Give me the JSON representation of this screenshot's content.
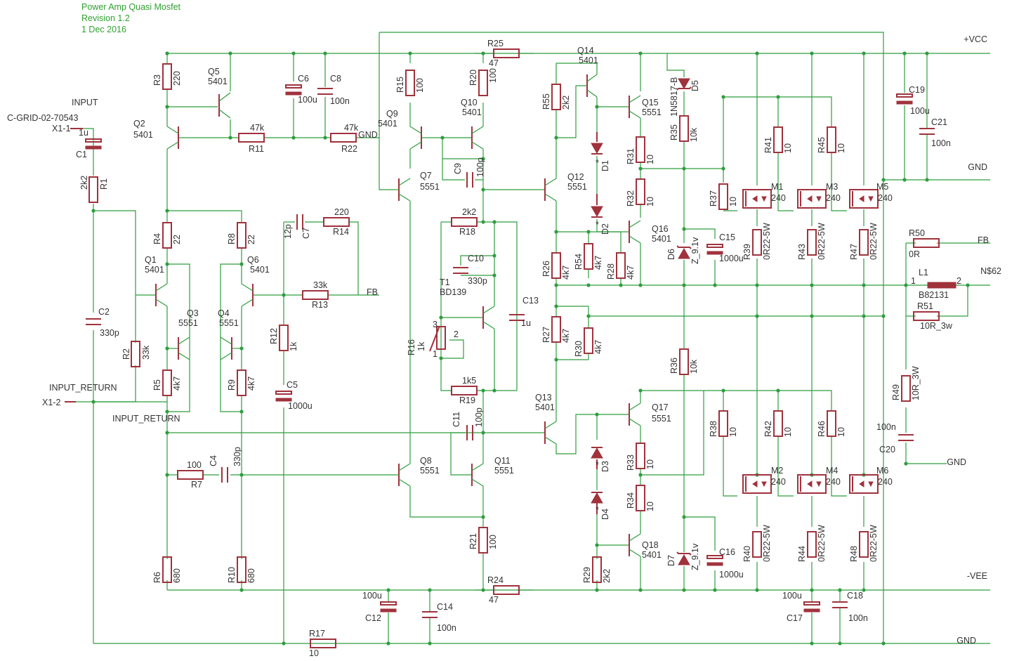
{
  "title_block": {
    "title": "Power Amp Quasi Mosfet",
    "revision": "Revision 1.2",
    "date": "1 Dec 2016"
  },
  "nets": {
    "vcc": "+VCC",
    "vee": "-VEE",
    "gnd": "GND",
    "fb": "FB",
    "n62": "N$62",
    "input": "INPUT",
    "input_return": "INPUT_RETURN",
    "connector": "C-GRID-02-70543",
    "x1_1": "X1-1",
    "x1_2": "X1-2"
  },
  "pins": {
    "p1": "1",
    "p2": "2",
    "p3": "3"
  },
  "colors": {
    "wire": "#2e9e3e",
    "part": "#a0323c",
    "title": "#30a030"
  },
  "components": [
    {
      "id": "c1",
      "name": "C1",
      "value": "1u"
    },
    {
      "id": "r1",
      "name": "R1",
      "value": "2k2"
    },
    {
      "id": "c2",
      "name": "C2",
      "value": "330p"
    },
    {
      "id": "r2",
      "name": "R2",
      "value": "33k"
    },
    {
      "id": "r3",
      "name": "R3",
      "value": "220"
    },
    {
      "id": "q5",
      "name": "Q5",
      "value": "5401"
    },
    {
      "id": "q2",
      "name": "Q2",
      "value": "5401"
    },
    {
      "id": "r11",
      "name": "R11",
      "value": "47k"
    },
    {
      "id": "r22",
      "name": "R22",
      "value": "47k"
    },
    {
      "id": "c6",
      "name": "C6",
      "value": "100u"
    },
    {
      "id": "c8",
      "name": "C8",
      "value": "100n"
    },
    {
      "id": "r4",
      "name": "R4",
      "value": "22"
    },
    {
      "id": "r8",
      "name": "R8",
      "value": "22"
    },
    {
      "id": "q1",
      "name": "Q1",
      "value": "5401"
    },
    {
      "id": "q6",
      "name": "Q6",
      "value": "5401"
    },
    {
      "id": "q3",
      "name": "Q3",
      "value": "5551"
    },
    {
      "id": "q4",
      "name": "Q4",
      "value": "5551"
    },
    {
      "id": "r5",
      "name": "R5",
      "value": "4k7"
    },
    {
      "id": "r9",
      "name": "R9",
      "value": "4k7"
    },
    {
      "id": "c7",
      "name": "C7",
      "value": "12p"
    },
    {
      "id": "r14",
      "name": "R14",
      "value": "220"
    },
    {
      "id": "r13",
      "name": "R13",
      "value": "33k"
    },
    {
      "id": "r12",
      "name": "R12",
      "value": "1k"
    },
    {
      "id": "c5",
      "name": "C5",
      "value": "1000u"
    },
    {
      "id": "r7",
      "name": "R7",
      "value": "100"
    },
    {
      "id": "c4",
      "name": "C4",
      "value": "330p"
    },
    {
      "id": "r6",
      "name": "R6",
      "value": "680"
    },
    {
      "id": "r10",
      "name": "R10",
      "value": "680"
    },
    {
      "id": "r17",
      "name": "R17",
      "value": "10"
    },
    {
      "id": "c12",
      "name": "C12",
      "value": "100u"
    },
    {
      "id": "c14",
      "name": "C14",
      "value": "100n"
    },
    {
      "id": "r25",
      "name": "R25",
      "value": "47"
    },
    {
      "id": "r15",
      "name": "R15",
      "value": "100"
    },
    {
      "id": "r20",
      "name": "R20",
      "value": "100"
    },
    {
      "id": "q9",
      "name": "Q9",
      "value": "5401"
    },
    {
      "id": "q10",
      "name": "Q10",
      "value": "5401"
    },
    {
      "id": "c9",
      "name": "C9",
      "value": "100p"
    },
    {
      "id": "q7",
      "name": "Q7",
      "value": "5551"
    },
    {
      "id": "r18",
      "name": "R18",
      "value": "2k2"
    },
    {
      "id": "c10",
      "name": "C10",
      "value": "330p"
    },
    {
      "id": "t1",
      "name": "T1",
      "value": "BD139"
    },
    {
      "id": "c13",
      "name": "C13",
      "value": "1u"
    },
    {
      "id": "r16",
      "name": "R16",
      "value": "1k"
    },
    {
      "id": "r19",
      "name": "R19",
      "value": "1k5"
    },
    {
      "id": "c11",
      "name": "C11",
      "value": "100p"
    },
    {
      "id": "q8",
      "name": "Q8",
      "value": "5551"
    },
    {
      "id": "q11",
      "name": "Q11",
      "value": "5551"
    },
    {
      "id": "r21",
      "name": "R21",
      "value": "100"
    },
    {
      "id": "r24",
      "name": "R24",
      "value": "47"
    },
    {
      "id": "q14",
      "name": "Q14",
      "value": "5401"
    },
    {
      "id": "r55",
      "name": "R55",
      "value": "2k2"
    },
    {
      "id": "q15",
      "name": "Q15",
      "value": "5551"
    },
    {
      "id": "d5",
      "name": "D5",
      "value": "1N5817-B"
    },
    {
      "id": "r35",
      "name": "R35",
      "value": "10k"
    },
    {
      "id": "d1",
      "name": "D1",
      "value": "*"
    },
    {
      "id": "d2",
      "name": "D2",
      "value": "*"
    },
    {
      "id": "r31",
      "name": "R31",
      "value": "10"
    },
    {
      "id": "r32",
      "name": "R32",
      "value": "10"
    },
    {
      "id": "q12",
      "name": "Q12",
      "value": "5551"
    },
    {
      "id": "q16",
      "name": "Q16",
      "value": "5401"
    },
    {
      "id": "d6",
      "name": "D6",
      "value": "Z_9.1v"
    },
    {
      "id": "c15",
      "name": "C15",
      "value": "1000u"
    },
    {
      "id": "r26",
      "name": "R26",
      "value": "4k7"
    },
    {
      "id": "r54",
      "name": "R54",
      "value": "4k7"
    },
    {
      "id": "r28",
      "name": "R28",
      "value": "4k7"
    },
    {
      "id": "r27",
      "name": "R27",
      "value": "4k7"
    },
    {
      "id": "r30",
      "name": "R30",
      "value": "4k7"
    },
    {
      "id": "r36",
      "name": "R36",
      "value": "10k"
    },
    {
      "id": "q13",
      "name": "Q13",
      "value": "5401"
    },
    {
      "id": "q17",
      "name": "Q17",
      "value": "5551"
    },
    {
      "id": "d3",
      "name": "D3",
      "value": "*"
    },
    {
      "id": "d4",
      "name": "D4",
      "value": "*"
    },
    {
      "id": "r33",
      "name": "R33",
      "value": "10"
    },
    {
      "id": "r34",
      "name": "R34",
      "value": "10"
    },
    {
      "id": "q18",
      "name": "Q18",
      "value": "5401"
    },
    {
      "id": "r29",
      "name": "R29",
      "value": "2k2"
    },
    {
      "id": "d7",
      "name": "D7",
      "value": "Z_9.1v"
    },
    {
      "id": "c16",
      "name": "C16",
      "value": "1000u"
    },
    {
      "id": "r37",
      "name": "R37",
      "value": "10"
    },
    {
      "id": "r41",
      "name": "R41",
      "value": "10"
    },
    {
      "id": "r45",
      "name": "R45",
      "value": "10"
    },
    {
      "id": "m1",
      "name": "M1",
      "value": "240"
    },
    {
      "id": "m3",
      "name": "M3",
      "value": "240"
    },
    {
      "id": "m5",
      "name": "M5",
      "value": "240"
    },
    {
      "id": "r39",
      "name": "R39",
      "value": "0R22-5W"
    },
    {
      "id": "r43",
      "name": "R43",
      "value": "0R22-5W"
    },
    {
      "id": "r47",
      "name": "R47",
      "value": "0R22-5W"
    },
    {
      "id": "r38",
      "name": "R38",
      "value": "10"
    },
    {
      "id": "r42",
      "name": "R42",
      "value": "10"
    },
    {
      "id": "r46",
      "name": "R46",
      "value": "10"
    },
    {
      "id": "m2",
      "name": "M2",
      "value": "240"
    },
    {
      "id": "m4",
      "name": "M4",
      "value": "240"
    },
    {
      "id": "m6",
      "name": "M6",
      "value": "240"
    },
    {
      "id": "r40",
      "name": "R40",
      "value": "0R22-5W"
    },
    {
      "id": "r44",
      "name": "R44",
      "value": "0R22-5W"
    },
    {
      "id": "r48",
      "name": "R48",
      "value": "0R22-5W"
    },
    {
      "id": "c17",
      "name": "C17",
      "value": "100u"
    },
    {
      "id": "c18",
      "name": "C18",
      "value": "100n"
    },
    {
      "id": "c19",
      "name": "C19",
      "value": "100u"
    },
    {
      "id": "c21",
      "name": "C21",
      "value": "100n"
    },
    {
      "id": "r50",
      "name": "R50",
      "value": "0R"
    },
    {
      "id": "l1",
      "name": "L1",
      "value": "B82131"
    },
    {
      "id": "r51",
      "name": "R51",
      "value": "10R_3w"
    },
    {
      "id": "r49",
      "name": "R49",
      "value": "10R_3W"
    },
    {
      "id": "c20",
      "name": "C20",
      "value": "100n"
    }
  ]
}
